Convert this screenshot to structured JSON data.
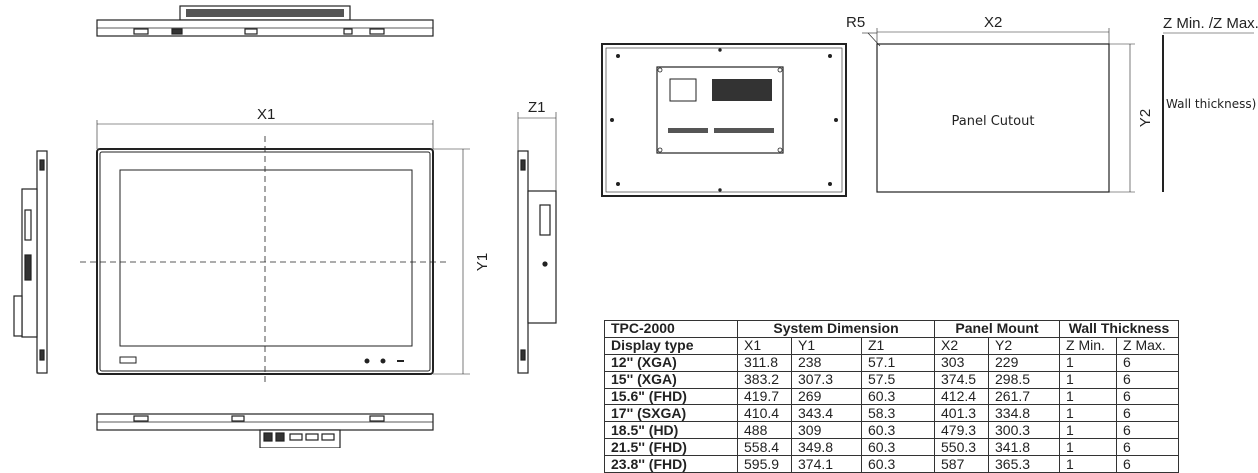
{
  "drawing_labels": {
    "x1": "X1",
    "y1": "Y1",
    "z1": "Z1",
    "x2": "X2",
    "y2": "Y2",
    "r5": "R5",
    "z_min_max": "Z Min. /Z Max.",
    "wall_thickness": "Wall thickness)",
    "panel_cutout": "Panel Cutout"
  },
  "table": {
    "header": [
      "TPC-2000",
      "System Dimension",
      "Panel Mount",
      "Wall Thickness"
    ],
    "subheader": [
      "Display type",
      "X1",
      "Y1",
      "Z1",
      "X2",
      "Y2",
      "Z Min.",
      "Z Max."
    ],
    "rows": [
      [
        "12'' (XGA)",
        "311.8",
        "238",
        "57.1",
        "303",
        "229",
        "1",
        "6"
      ],
      [
        "15'' (XGA)",
        "383.2",
        "307.3",
        "57.5",
        "374.5",
        "298.5",
        "1",
        "6"
      ],
      [
        "15.6\" (FHD)",
        "419.7",
        "269",
        "60.3",
        "412.4",
        "261.7",
        "1",
        "6"
      ],
      [
        "17'' (SXGA)",
        "410.4",
        "343.4",
        "58.3",
        "401.3",
        "334.8",
        "1",
        "6"
      ],
      [
        "18.5\"  (HD)",
        "488",
        "309",
        "60.3",
        "479.3",
        "300.3",
        "1",
        "6"
      ],
      [
        "21.5'' (FHD)",
        "558.4",
        "349.8",
        "60.3",
        "550.3",
        "341.8",
        "1",
        "6"
      ],
      [
        "23.8'' (FHD)",
        "595.9",
        "374.1",
        "60.3",
        "587",
        "365.3",
        "1",
        "6"
      ]
    ]
  }
}
